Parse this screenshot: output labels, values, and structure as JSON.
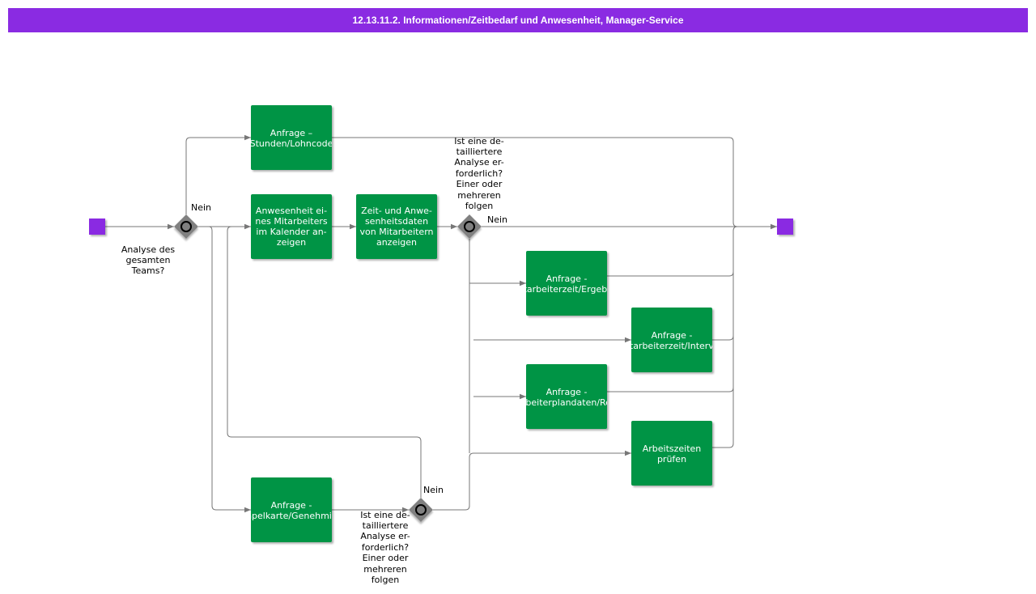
{
  "title": "12.13.11.2. Informationen/Zeitbedarf und Anwesenheit, Manager-Service",
  "colors": {
    "title_bar": "#8a2be2",
    "task": "#009444",
    "event": "#8a2be2",
    "gateway": "#808080",
    "flow": "#777777"
  },
  "tasks": {
    "t1": [
      "Anfrage –",
      "Stunden/Lohncode"
    ],
    "t2": [
      "Anwesenheit ei-",
      "nes Mitarbeiters",
      "im Kalender an-",
      "zeigen"
    ],
    "t3": [
      "Zeit- und Anwe-",
      "senheitsdaten",
      "von Mitarbeitern",
      "anzeigen"
    ],
    "t4": [
      "Anfrage -",
      "Mitarbeiterzeit/Ergebnis"
    ],
    "t5": [
      "Anfrage -",
      "Mitarbeiterzeit/Intervall"
    ],
    "t6": [
      "Anfrage -",
      "Mitarbeiterplandaten/Regeln"
    ],
    "t7": [
      "Arbeitszeiten",
      "prüfen"
    ],
    "t8": [
      "Anfrage -",
      "Stempelkarte/Genehmigung"
    ]
  },
  "gateway_labels": {
    "g1_question": [
      "Analyse des",
      "gesamten",
      "Teams?"
    ],
    "g1_branch": "Nein",
    "g2_question": [
      "Ist eine de-",
      "tailliertere",
      "Analyse er-",
      "forderlich?",
      "Einer oder",
      "mehreren",
      "folgen"
    ],
    "g2_branch": "Nein",
    "g3_question": [
      "Ist eine de-",
      "tailliertere",
      "Analyse er-",
      "forderlich?",
      "Einer oder",
      "mehreren",
      "folgen"
    ],
    "g3_branch": "Nein"
  }
}
